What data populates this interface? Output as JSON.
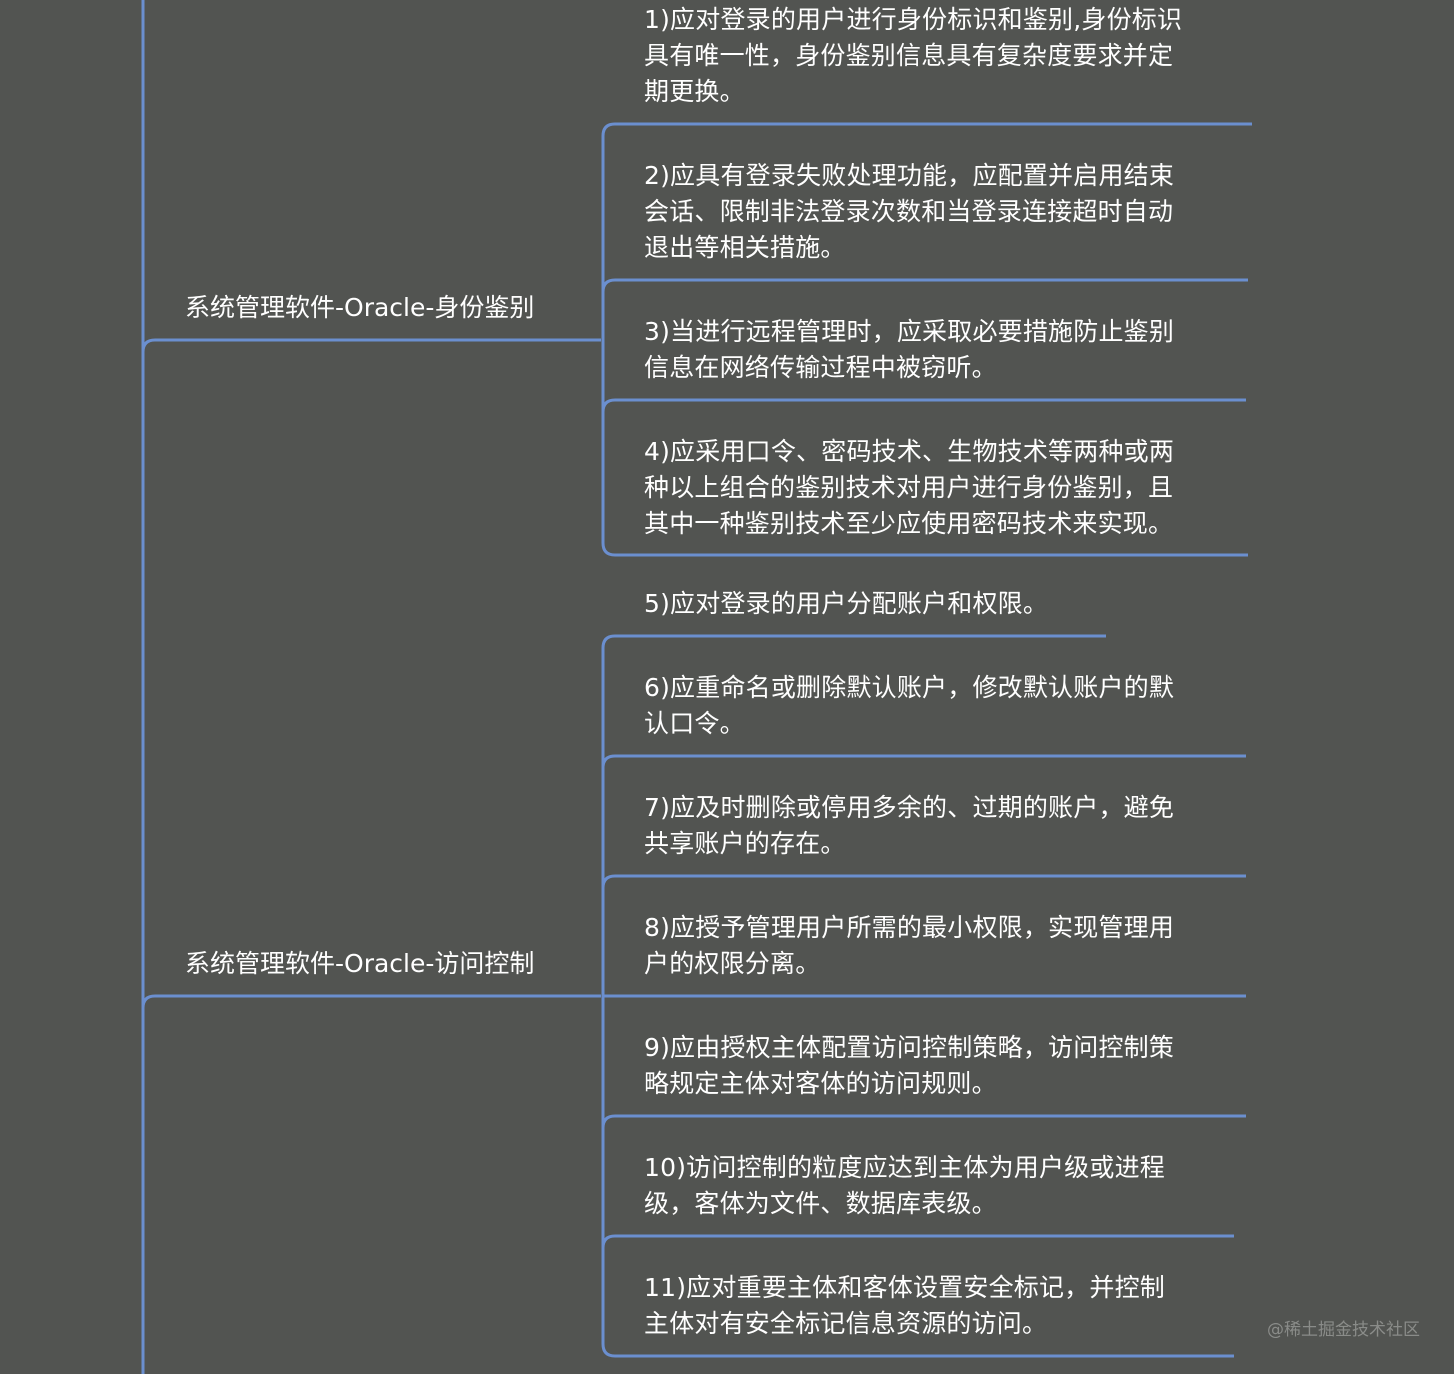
{
  "theme": {
    "background": "#525451",
    "line_color": "#6b8fcf",
    "text_color": "#ffffff"
  },
  "branches": [
    {
      "label": "系统管理软件-Oracle-身份鉴别",
      "items": [
        "1)应对登录的用户进行身份标识和鉴别,身份标识\n具有唯一性，身份鉴别信息具有复杂度要求并定\n期更换。",
        "2)应具有登录失败处理功能，应配置并启用结束\n会话、限制非法登录次数和当登录连接超时自动\n退出等相关措施。",
        "3)当进行远程管理时，应采取必要措施防止鉴别\n信息在网络传输过程中被窃听。",
        "4)应采用口令、密码技术、生物技术等两种或两\n种以上组合的鉴别技术对用户进行身份鉴别，且\n其中一种鉴别技术至少应使用密码技术来实现。"
      ]
    },
    {
      "label": "系统管理软件-Oracle-访问控制",
      "items": [
        "5)应对登录的用户分配账户和权限。",
        "6)应重命名或删除默认账户，修改默认账户的默\n认口令。",
        "7)应及时删除或停用多余的、过期的账户，避免\n共享账户的存在。",
        "8)应授予管理用户所需的最小权限，实现管理用\n户的权限分离。",
        "9)应由授权主体配置访问控制策略，访问控制策\n略规定主体对客体的访问规则。",
        "10)访问控制的粒度应达到主体为用户级或进程\n级，客体为文件、数据库表级。",
        "11)应对重要主体和客体设置安全标记，并控制\n主体对有安全标记信息资源的访问。"
      ]
    }
  ],
  "watermark": "@稀土掘金技术社区"
}
